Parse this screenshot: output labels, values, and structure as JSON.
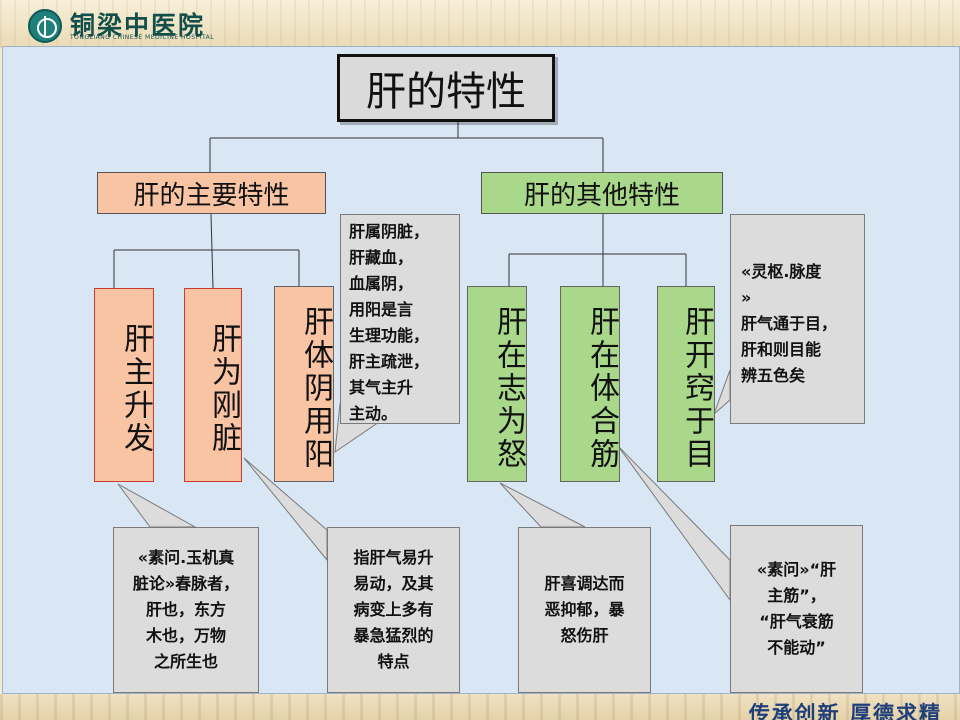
{
  "header": {
    "hospital_name": "铜梁中医院",
    "hospital_name_en": "TONGLIANG CHINESE MEDICINE HOSPITAL"
  },
  "diagram": {
    "title": "肝的特性",
    "main_branch": "肝的主要特性",
    "other_branch": "肝的其他特性",
    "main_items": [
      "肝主升发",
      "肝为刚脏",
      "肝体阴用阳"
    ],
    "other_items": [
      "肝在志为怒",
      "肝在体合筋",
      "肝开窍于目"
    ],
    "callouts": {
      "yin_yang": "肝属阴脏，\n肝藏血，\n血属阴，\n用阳是言\n生理功能，\n肝主疏泄，\n其气主升\n主动。",
      "eyes": "«灵枢.脉度\n»\n肝气通于目，\n肝和则目能\n辨五色矣",
      "shengfa": "«素问.玉机真\n脏论»春脉者，\n肝也，东方\n木也，万物\n之所生也",
      "gangzang": "指肝气易升\n易动，及其\n病变上多有\n暴急猛烈的\n特点",
      "nu": "肝喜调达而\n恶抑郁，暴\n怒伤肝",
      "jin": "«素问»“肝\n主筋”，\n“肝气衰筋\n不能动”"
    }
  },
  "footer": {
    "motto": "传承创新  厚德求精"
  },
  "colors": {
    "orange": "#f8c4a4",
    "green": "#a9d88b",
    "callout_gray": "#dcdcdc",
    "panel_blue": "#d9e6f3"
  }
}
